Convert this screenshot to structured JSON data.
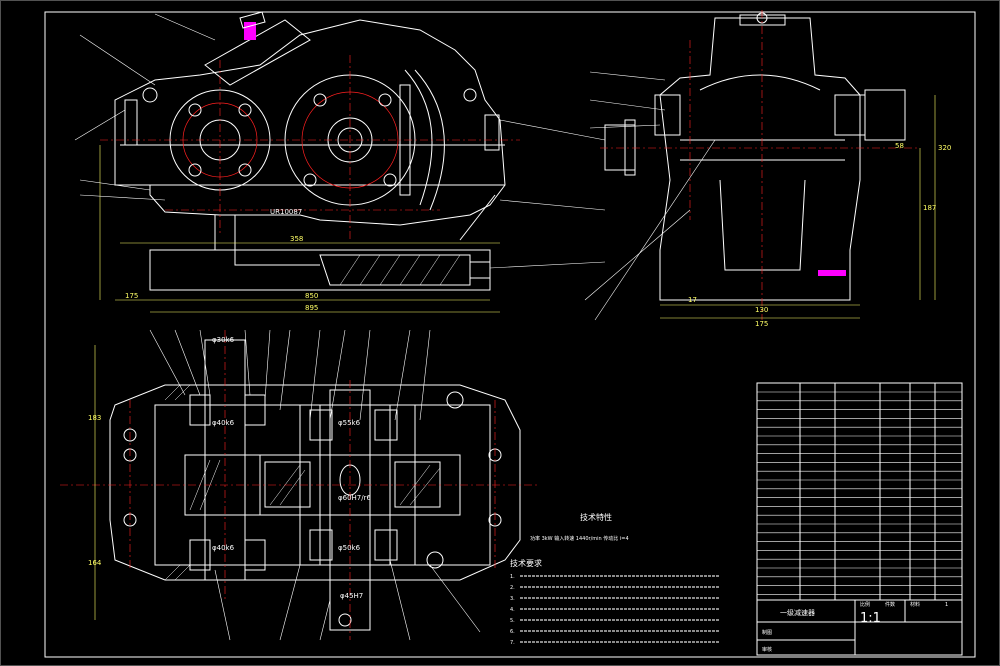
{
  "drawing": {
    "background": "#000000",
    "colors": {
      "outline": "#ffffff",
      "centerline": "#ff2020",
      "dimension": "#ffff66",
      "accent": "#ff00ff"
    },
    "front_view": {
      "dims": {
        "d1": "175",
        "d2": "850",
        "d3": "895",
        "d4": "358",
        "center_label": "UR10087"
      }
    },
    "side_view": {
      "dims": {
        "w1": "130",
        "w2": "175",
        "h1": "320",
        "h2": "187",
        "h3": "58",
        "h4": "17"
      }
    },
    "top_view": {
      "dims": {
        "a": "φ30k6",
        "b": "φ40k6",
        "c": "φ55k6",
        "d": "φ60H7/r6",
        "e": "φ40k6",
        "f": "φ45H7",
        "g": "φ50k6",
        "h1": "183",
        "h2": "164"
      }
    },
    "notes": {
      "tech_char_title": "技术特性",
      "tech_char_line": "功率  3kW    输入转速  1440r/min    传动比  i=4",
      "req_title": "技术要求",
      "req_items": [
        "1.",
        "2.",
        "3.",
        "4.",
        "5.",
        "6.",
        "7."
      ]
    },
    "title_block": {
      "name": "一级减速器",
      "scale": "1:1",
      "labels": [
        "比例",
        "件数",
        "材料",
        "制图",
        "审核"
      ],
      "sheet_no": "1"
    }
  }
}
